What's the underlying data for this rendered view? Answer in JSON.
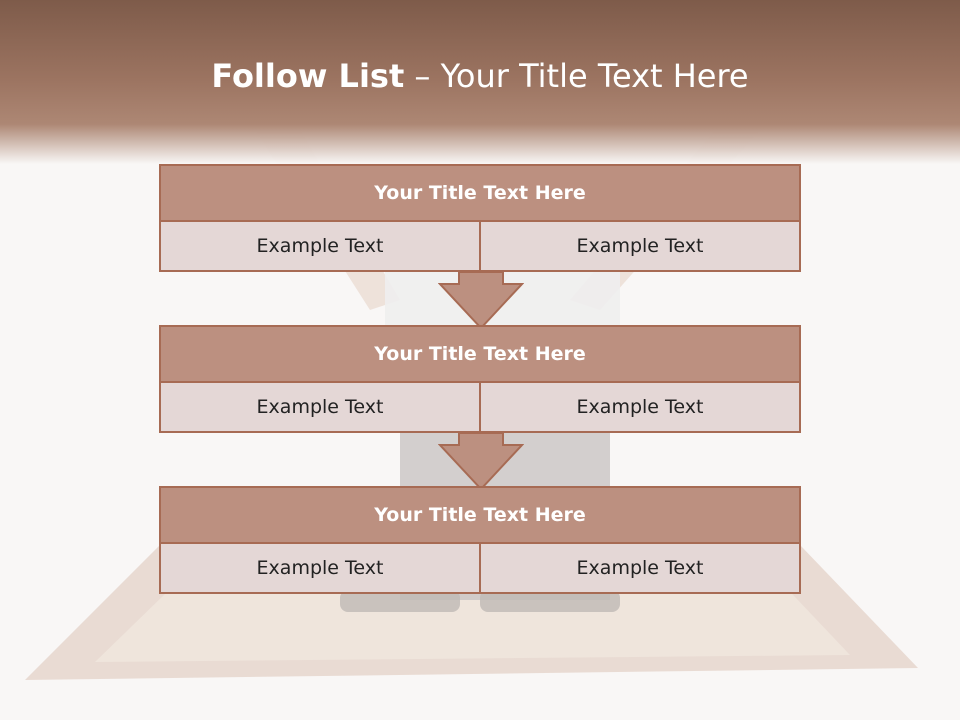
{
  "slide": {
    "title_bold": "Follow List",
    "title_sep": " – ",
    "title_rest": "Your Title Text Here"
  },
  "steps": [
    {
      "title": "Your Title Text Here",
      "left": "Example Text",
      "right": "Example Text"
    },
    {
      "title": "Your Title Text Here",
      "left": "Example Text",
      "right": "Example Text"
    },
    {
      "title": "Your Title Text Here",
      "left": "Example Text",
      "right": "Example Text"
    }
  ],
  "colors": {
    "accent": "#bc9080",
    "border": "#a76b54",
    "cell": "#e4d7d6",
    "header_dark": "#7e5b4a"
  }
}
